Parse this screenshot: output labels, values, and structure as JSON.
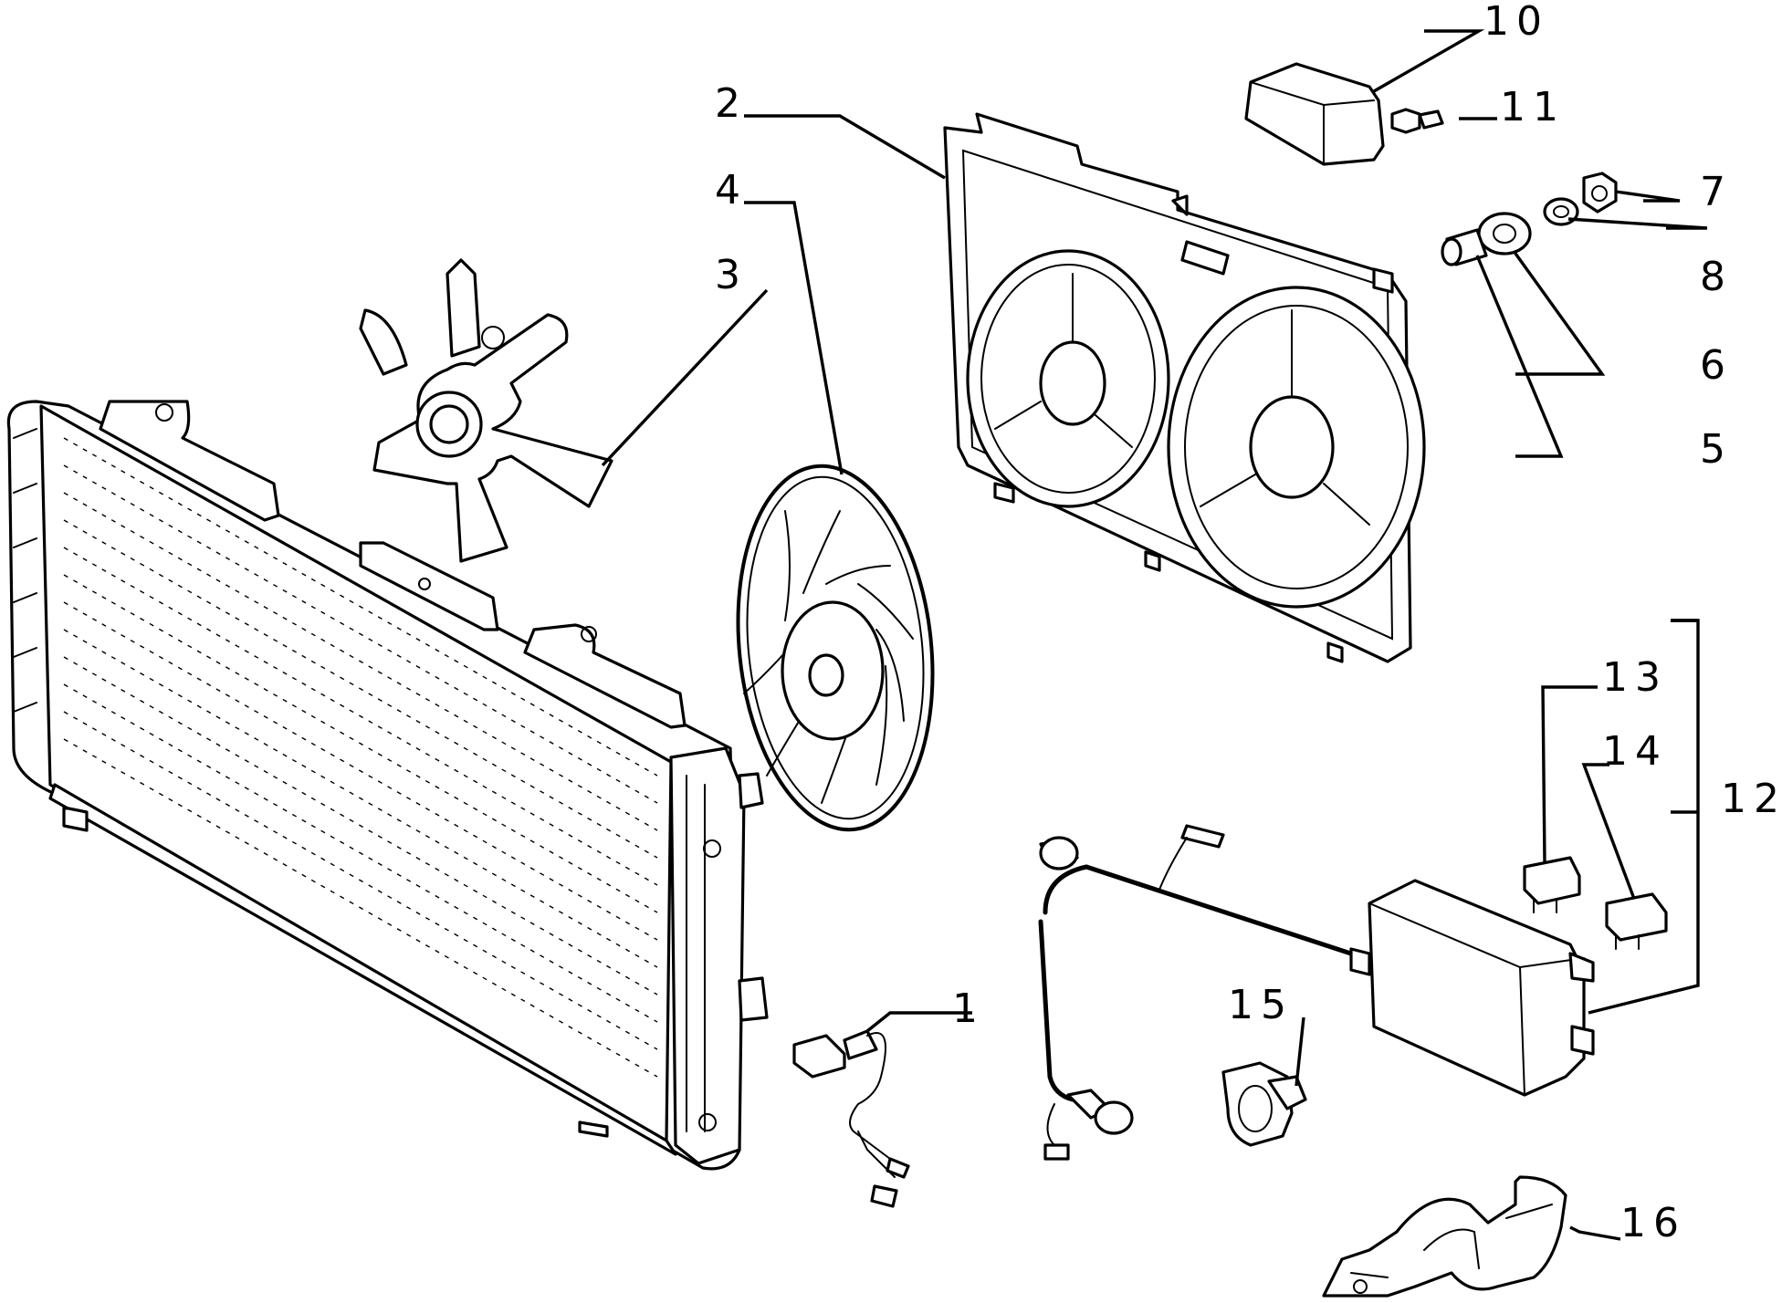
{
  "callouts": [
    {
      "id": "1",
      "label": "1"
    },
    {
      "id": "2",
      "label": "2"
    },
    {
      "id": "3",
      "label": "3"
    },
    {
      "id": "4",
      "label": "4"
    },
    {
      "id": "5",
      "label": "5"
    },
    {
      "id": "6",
      "label": "6"
    },
    {
      "id": "7",
      "label": "7"
    },
    {
      "id": "8",
      "label": "8"
    },
    {
      "id": "10",
      "label": "10"
    },
    {
      "id": "11",
      "label": "11"
    },
    {
      "id": "12",
      "label": "12"
    },
    {
      "id": "13",
      "label": "13"
    },
    {
      "id": "14",
      "label": "14"
    },
    {
      "id": "15",
      "label": "15"
    },
    {
      "id": "16",
      "label": "16"
    }
  ]
}
